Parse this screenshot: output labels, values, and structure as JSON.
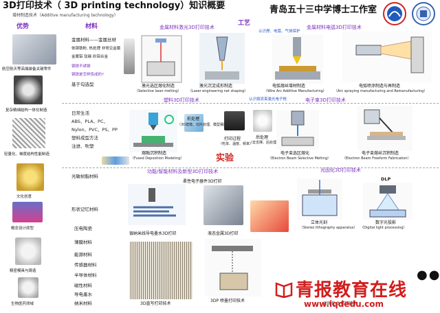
{
  "header": {
    "title": "3D打印技术（ 3D printing technology）知识概要",
    "subtitle": "增材制造技术（Additive manufacturing technology）",
    "school": "青岛五十三中学博士工作室"
  },
  "columns": {
    "advantage": "优势",
    "material": "材料",
    "process": "工艺"
  },
  "advantages": [
    "航空航天等高端装备关键零件",
    "复杂精细结构一体化制造",
    "轻量化、梯度结构性能制造",
    "文化创意",
    "概念设计原型",
    "精密模具与铸造",
    "生物医药领域"
  ],
  "materials_metal": {
    "lines": [
      "金属材料——金属丝材",
      "依钢铁粉, 热处理 非常见金属",
      "金属铝 钛碳 砂铝合金",
      "钢铁不锈钢",
      "钢铁是怎样炼成的?",
      "基于勾选型"
    ],
    "blue_lines": [
      "钢铁不锈钢",
      "钢铁是怎样炼成的?"
    ]
  },
  "materials_polymer": {
    "lines": [
      "日常生活",
      "ABS、PLA、PC、",
      "Nylon、PVC、PS、PP",
      "塑料成型方法",
      "注进、吹塑"
    ]
  },
  "materials_smart": {
    "lines": [
      "光敏树脂材料",
      "形状记忆材料",
      "压电陶瓷",
      "薄膜材料",
      "能源材料",
      "传感器材料",
      "半导体材料",
      "磁性材料",
      "导电墨水",
      "纳米材料"
    ]
  },
  "sections": {
    "laser_metal": "金属材料激光3D打印技术",
    "arc_metal": "金属材料电弧3D打印技术",
    "plastic": "塑料3D打印技术",
    "electron": "电子束3D打印技术",
    "smart": "功能/智能材料及新型3D打印技术",
    "photo": "光固化3D打印技术",
    "experiment": "实验"
  },
  "notes": {
    "arc_note": "认识焊、电弧、气体保护",
    "electron_note": "认识熔流束激光电子枪"
  },
  "captions": {
    "slm_cn": "激光选区熔化制造",
    "slm_en": "（Selective laser melting）",
    "lens_cn": "激光沉淀成形制造",
    "lens_en": "（Laser engineering net shaping）",
    "waam_cn": "电弧熔丝增材制造",
    "waam_en": "（Wire Arc Additive Manufacturing）",
    "arcspray_cn": "电弧喷涂制造与再制造",
    "arcspray_en": "（Arc spraying manufacturing and Remanufacturing）",
    "fdm_cn": "熔融沉积制造",
    "fdm_en": "（Fused Deposition Modeling）",
    "pre_cn": "前处理",
    "pre_detail": "（3D建模、切片处理、模型摆放及支撑）",
    "print_cn": "打印过程",
    "print_detail": "（吃单、温度、频率）",
    "post_cn": "后处理",
    "post_detail": "（去支撑、后处理、修复打印、表面处理等）",
    "ebsm_cn": "电子束选区熔化",
    "ebsm_en": "（Electron Beam Selective Melting）",
    "ebf_cn": "电子束熔丝沉积制造",
    "ebf_en": "（Electron Beam Freeform Fabrication）",
    "flex_cn": "柔性电子器件3D打印",
    "silver_cn": "银纳米线导电墨水3D打印",
    "liquid_cn": "液态金属3D打印",
    "sla_cn": "立体光刻",
    "sla_en": "（Stereo lithography apparatus）",
    "dlp_cn": "数字光投影",
    "dlp_en": "（Digital light processing）",
    "micro_cn": "3D直写打印技术",
    "inkjet_cn": "3DP 喷墨打印技术",
    "dlp_label": "DLP",
    "partial_cn": "光固化 3 打印技术"
  },
  "watermark": {
    "brand": "青报教育在线",
    "url": "www.iqdedu.com"
  },
  "colors": {
    "purple": "#7b2fbf",
    "red": "#d11d1d",
    "blue": "#2255cc"
  }
}
